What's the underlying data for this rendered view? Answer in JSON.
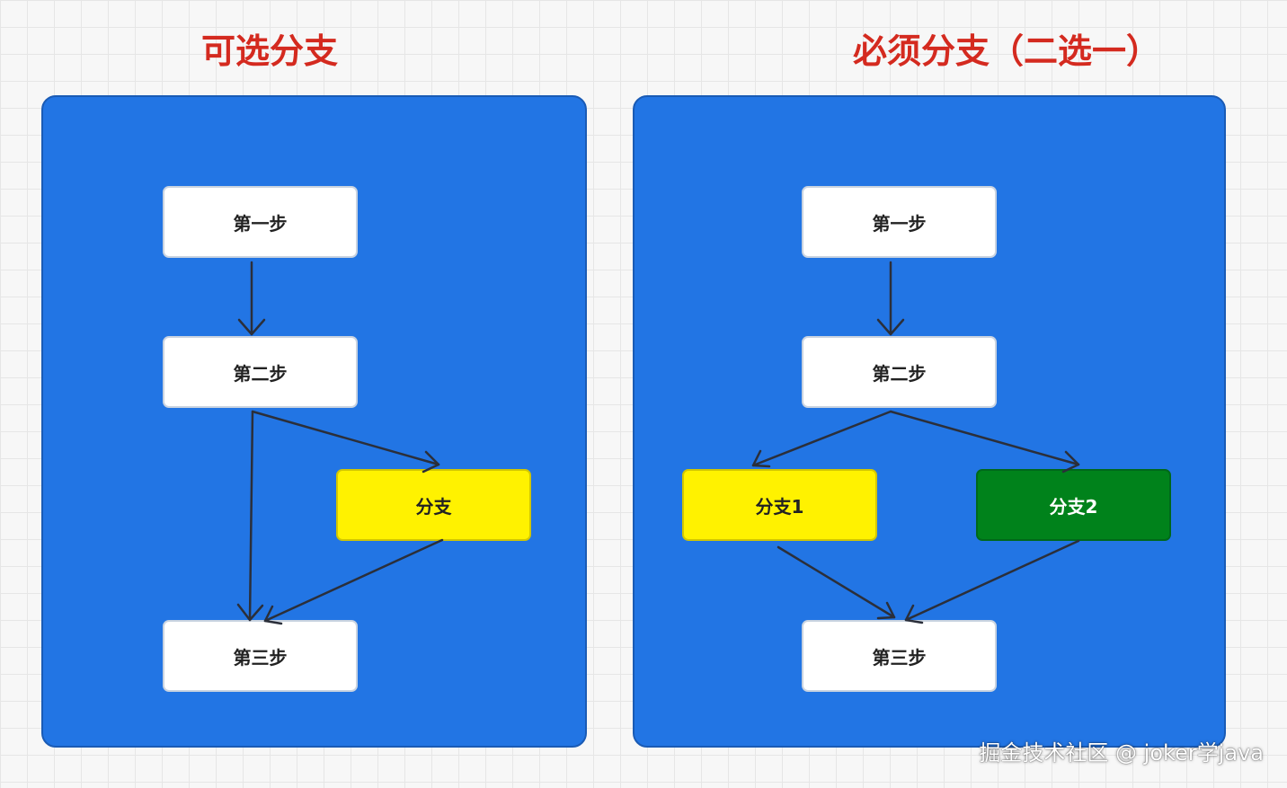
{
  "left_diagram": {
    "title": "可选分支",
    "nodes": {
      "step1": "第一步",
      "step2": "第二步",
      "branch": "分支",
      "step3": "第三步"
    }
  },
  "right_diagram": {
    "title": "必须分支（二选一）",
    "nodes": {
      "step1": "第一步",
      "step2": "第二步",
      "branch1": "分支1",
      "branch2": "分支2",
      "step3": "第三步"
    }
  },
  "colors": {
    "title": "#d42a1f",
    "panel": "#2275e4",
    "node": "#ffffff",
    "branch_yellow": "#fff200",
    "branch_green": "#00821b",
    "edge": "#2b2f3a"
  },
  "watermark": "掘金技术社区 @ joker学java"
}
